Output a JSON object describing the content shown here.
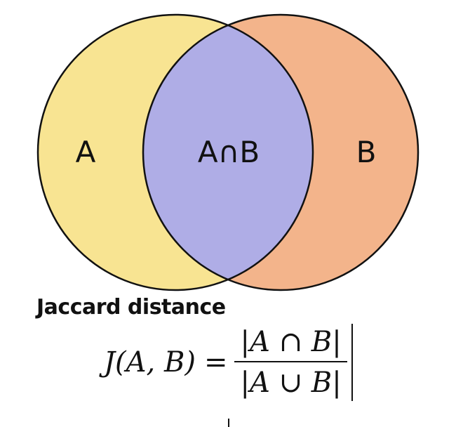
{
  "diagram": {
    "set_a_label": "A",
    "intersection_label": "A∩B",
    "set_b_label": "B",
    "colors": {
      "set_a": "#f8e492",
      "set_b": "#f3b48b",
      "intersection": "#afade6",
      "outline": "#111111"
    }
  },
  "heading": "Jaccard distance",
  "formula": {
    "lhs": "J(A, B)",
    "equals": "=",
    "numerator": "|A ∩ B|",
    "denominator": "|A ∪ B|"
  }
}
